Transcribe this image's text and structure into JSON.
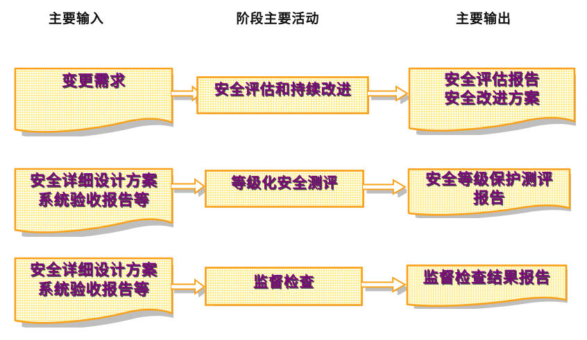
{
  "diagram": {
    "columns": {
      "input": "主要输入",
      "activity": "阶段主要活动",
      "output": "主要输出"
    },
    "rows": [
      {
        "input": "变更需求",
        "activity": "安全评估和持续改进",
        "output": "安全评估报告\n安全改进方案"
      },
      {
        "input": "安全详细设计方案\n系统验收报告等",
        "activity": "等级化安全测评",
        "output": "安全等级保护测评\n报告"
      },
      {
        "input": "安全详细设计方案\n系统验收报告等",
        "activity": "监督检查",
        "output": "监督检查结果报告"
      }
    ],
    "colors": {
      "shape_border": "#F9A11B",
      "shape_fill_yellow": "#FFE760",
      "shape_fill_dot": "#FFFFFF",
      "label_text": "#7A0878",
      "header_text": "#111111",
      "shadow": "#BEBEBE",
      "arrow_fill": "#FFFFFF"
    }
  }
}
